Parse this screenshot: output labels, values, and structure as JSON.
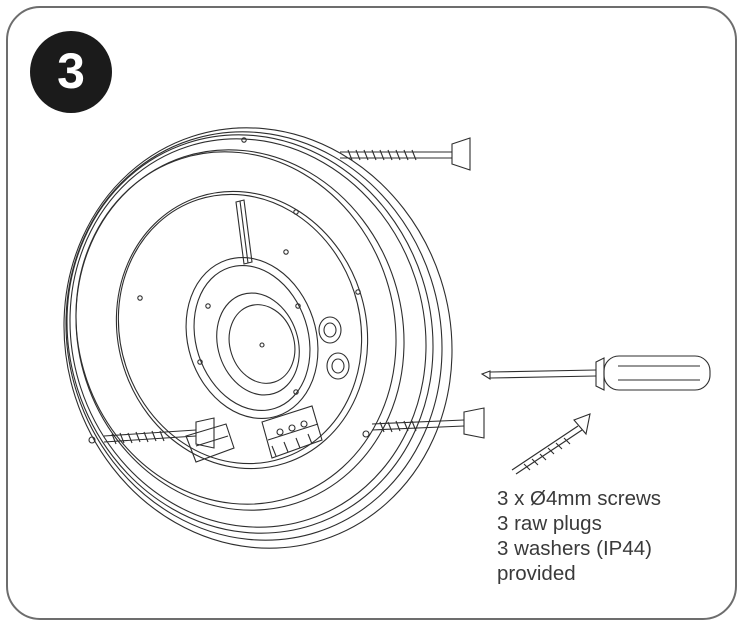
{
  "step": {
    "number": "3"
  },
  "caption": {
    "lines": [
      "3 x Ø4mm screws",
      "3 raw plugs",
      "3 washers (IP44)",
      "provided"
    ]
  },
  "illustration": {
    "items": [
      "ceiling-fixture-base",
      "wall-screw",
      "wall-screw",
      "wall-screw",
      "screwdriver",
      "loose-screw",
      "terminal-block",
      "cable-grommets"
    ]
  },
  "colors": {
    "line": "#2e2e2e",
    "frame": "#6d6d6d",
    "badge": "#1b1b1b",
    "text": "#3a3a3a"
  }
}
